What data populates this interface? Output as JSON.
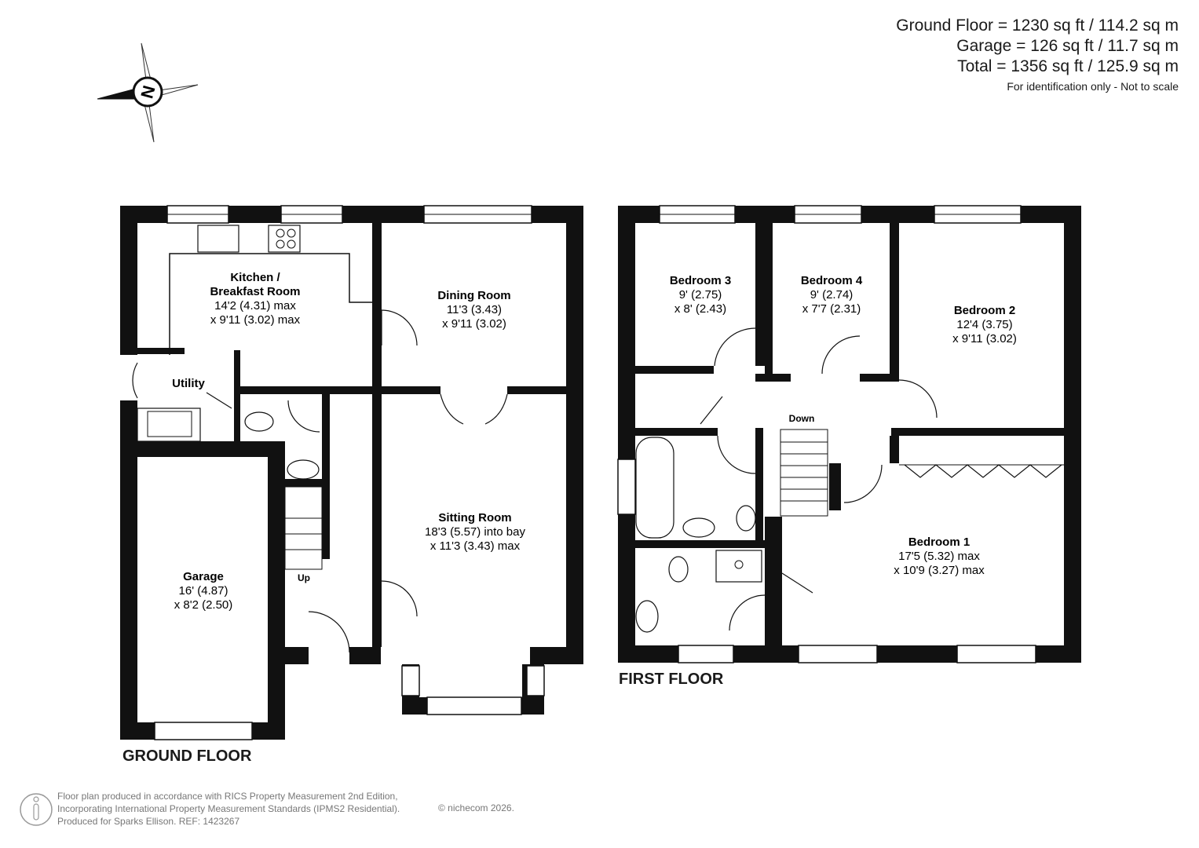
{
  "areas": {
    "ground": "Ground Floor = 1230 sq ft / 114.2 sq m",
    "garage": "Garage = 126 sq ft / 11.7 sq m",
    "total": "Total = 1356 sq ft / 125.9 sq m",
    "note": "For identification only - Not to scale"
  },
  "compass": {
    "letter": "N"
  },
  "ground_floor": {
    "title": "GROUND FLOOR",
    "rooms": {
      "kitchen": {
        "name": "Kitchen /",
        "name2": "Breakfast Room",
        "dim1": "14'2 (4.31) max",
        "dim2": "x 9'11 (3.02) max"
      },
      "dining": {
        "name": "Dining Room",
        "dim1": "11'3 (3.43)",
        "dim2": "x 9'11 (3.02)"
      },
      "utility": {
        "name": "Utility"
      },
      "sitting": {
        "name": "Sitting Room",
        "dim1": "18'3 (5.57) into bay",
        "dim2": "x 11'3 (3.43) max"
      },
      "garage": {
        "name": "Garage",
        "dim1": "16' (4.87)",
        "dim2": "x 8'2 (2.50)"
      }
    },
    "stairs_label": "Up"
  },
  "first_floor": {
    "title": "FIRST FLOOR",
    "rooms": {
      "bedroom3": {
        "name": "Bedroom 3",
        "dim1": "9' (2.75)",
        "dim2": "x 8' (2.43)"
      },
      "bedroom4": {
        "name": "Bedroom 4",
        "dim1": "9' (2.74)",
        "dim2": "x 7'7 (2.31)"
      },
      "bedroom2": {
        "name": "Bedroom 2",
        "dim1": "12'4 (3.75)",
        "dim2": "x 9'11 (3.02)"
      },
      "bedroom1": {
        "name": "Bedroom 1",
        "dim1": "17'5 (5.32) max",
        "dim2": "x 10'9 (3.27) max"
      }
    },
    "stairs_label": "Down"
  },
  "footer": {
    "line1": "Floor plan produced in accordance with RICS Property Measurement 2nd Edition,",
    "line2": "Incorporating International Property Measurement Standards (IPMS2 Residential).",
    "line3": "Produced for Sparks Ellison.   REF: 1423267",
    "copyright": "© nichecom 2026."
  }
}
